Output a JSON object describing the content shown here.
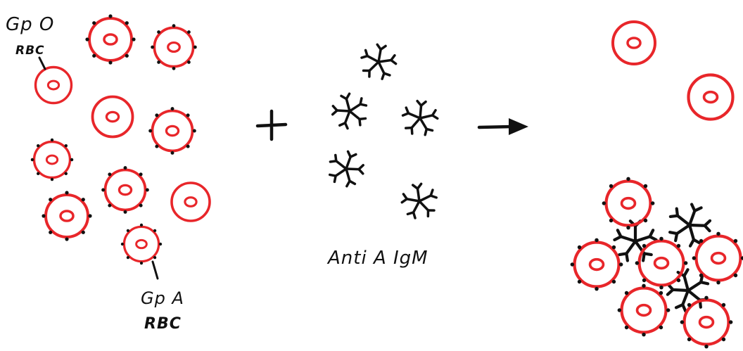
{
  "labels": {
    "group_o_title": "Gp O",
    "group_o_sub": "RBC",
    "group_a_title": "Gp A",
    "group_a_sub": "RBC",
    "antibody": "Anti A IgM"
  },
  "colors": {
    "cell_outline": "#e8262a",
    "ink": "#111111",
    "background": "#ffffff"
  },
  "cell_types": [
    "Group A RBC with antigen dots",
    "Group O RBC without antigens"
  ],
  "reaction": {
    "left": "mixed Group O and Group A red blood cells",
    "plus": "+",
    "middle": "free Anti A IgM pentamers",
    "arrow": "->",
    "right": "Group O cells remain free; Group A cells agglutinated by IgM"
  }
}
